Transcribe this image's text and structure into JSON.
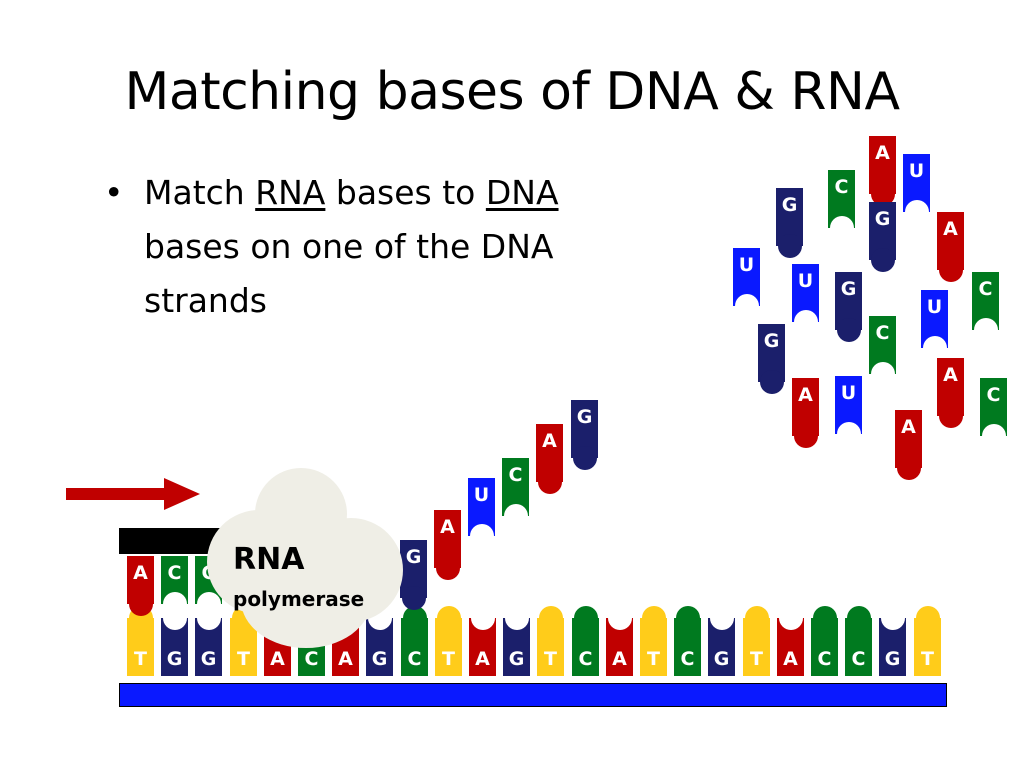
{
  "slide": {
    "title": "Matching bases of DNA & RNA",
    "bullet": {
      "prefix": "Match ",
      "word1": "RNA",
      "middle": " bases to ",
      "word2": "DNA",
      "suffix": " bases on one of the DNA strands"
    }
  },
  "polymerase": {
    "title": "RNA",
    "subtitle": "polymerase"
  },
  "colors": {
    "A": "#c00000",
    "C": "#007a1f",
    "G": "#1b1f6b",
    "T": "#ffcc1a",
    "U": "#0a19ff",
    "arrow": "#c00000",
    "backbone": "#0a19ff",
    "polymerase": "#efeee6"
  },
  "dna_template_strand": [
    "T",
    "G",
    "G",
    "T",
    "A",
    "C",
    "A",
    "G",
    "C",
    "T",
    "A",
    "G",
    "T",
    "C",
    "A",
    "T",
    "C",
    "G",
    "T",
    "A",
    "C",
    "C",
    "G",
    "T"
  ],
  "rna_transcript": [
    "A",
    "C",
    "C"
  ],
  "incoming_nucleotides": [
    "G",
    "A",
    "U",
    "C",
    "A",
    "G"
  ],
  "free_nucleotides": [
    "A",
    "U",
    "C",
    "G",
    "G",
    "A",
    "U",
    "G",
    "U",
    "C",
    "U",
    "C",
    "G",
    "A",
    "C",
    "A",
    "U",
    "A"
  ],
  "icons": {
    "arrow": "arrow-right-icon",
    "bullet": "bullet-dot"
  }
}
